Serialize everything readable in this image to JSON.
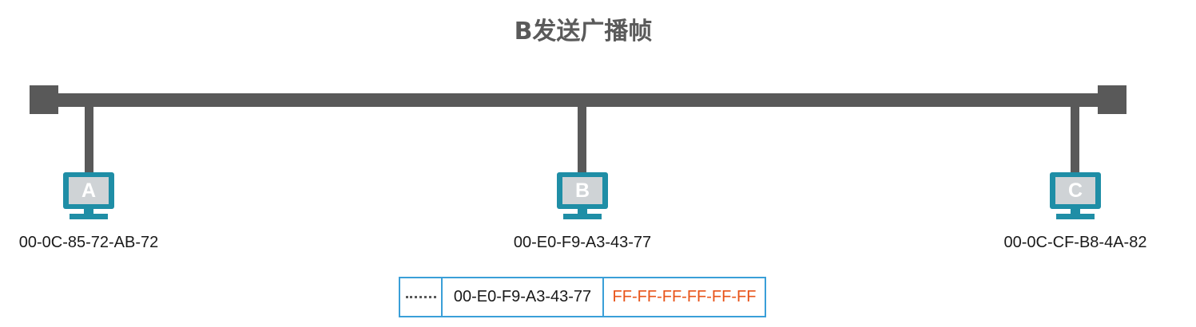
{
  "title": "B发送广播帧",
  "hosts": [
    {
      "label": "A",
      "mac": "00-0C-85-72-AB-72"
    },
    {
      "label": "B",
      "mac": "00-E0-F9-A3-43-77"
    },
    {
      "label": "C",
      "mac": "00-0C-CF-B8-4A-82"
    }
  ],
  "frame": {
    "source_mac": "00-E0-F9-A3-43-77",
    "destination_mac": "FF-FF-FF-FF-FF-FF"
  },
  "colors": {
    "bus": "#595959",
    "host": "#1f8ea6",
    "frame_border": "#3a9fd8",
    "broadcast_text": "#e8541a"
  }
}
